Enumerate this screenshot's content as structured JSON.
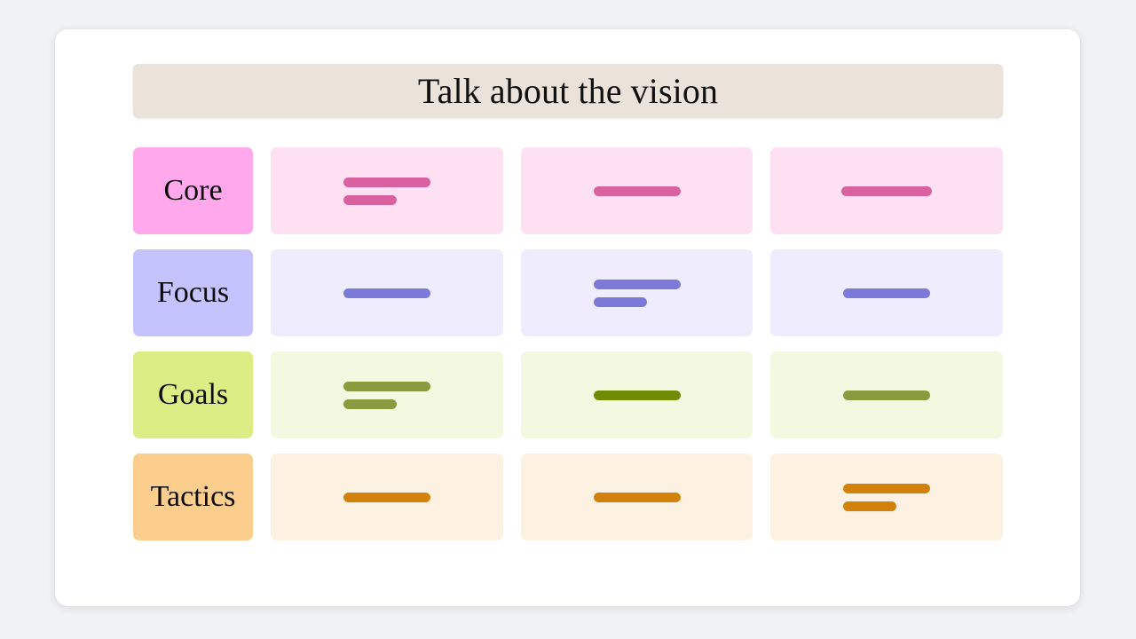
{
  "page": {
    "background_color": "#f1f2f4",
    "card_background": "#ffffff"
  },
  "header": {
    "title": "Talk about the vision",
    "banner_color": "#ebe3da",
    "title_color": "#111111"
  },
  "matrix": {
    "column_count": 3,
    "rows": [
      {
        "label": "Core",
        "label_color": "#ffa8ec",
        "cell_color": "#fde0f2",
        "bar_color": "#d9619f",
        "cells": [
          {
            "bars": [
              {
                "width": 98
              },
              {
                "width": 60
              }
            ]
          },
          {
            "bars": [
              {
                "width": 98
              }
            ]
          },
          {
            "bars": [
              {
                "width": 102
              }
            ]
          }
        ]
      },
      {
        "label": "Focus",
        "label_color": "#c4c3fd",
        "cell_color": "#efecfd",
        "bar_color": "#7b7ad8",
        "cells": [
          {
            "bars": [
              {
                "width": 98
              }
            ]
          },
          {
            "bars": [
              {
                "width": 98
              },
              {
                "width": 60
              }
            ]
          },
          {
            "bars": [
              {
                "width": 98
              }
            ]
          }
        ]
      },
      {
        "label": "Goals",
        "label_color": "#dced85",
        "cell_color": "#f3f8e0",
        "bar_color": "#8a9a3f",
        "cells": [
          {
            "bars": [
              {
                "width": 98,
                "color": "#8a9a3f"
              },
              {
                "width": 60,
                "color": "#8a9a3f"
              }
            ]
          },
          {
            "bars": [
              {
                "width": 98,
                "color": "#6f8c04"
              }
            ]
          },
          {
            "bars": [
              {
                "width": 98,
                "color": "#8a9a3f"
              }
            ]
          }
        ]
      },
      {
        "label": "Tactics",
        "label_color": "#fcce8e",
        "cell_color": "#fdf2e1",
        "bar_color": "#d2810a",
        "cells": [
          {
            "bars": [
              {
                "width": 98
              }
            ]
          },
          {
            "bars": [
              {
                "width": 98
              }
            ]
          },
          {
            "bars": [
              {
                "width": 98
              },
              {
                "width": 60
              }
            ]
          }
        ]
      }
    ]
  }
}
